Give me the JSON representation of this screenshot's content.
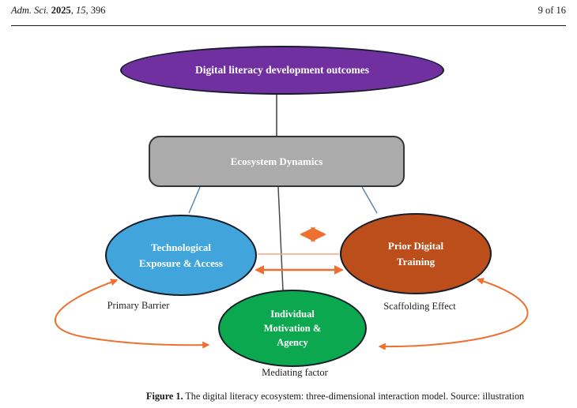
{
  "header": {
    "journal": "Adm. Sci. ",
    "year": "2025",
    "volume": ", 15",
    "article_no": ", 396",
    "page_info": "9 of 16"
  },
  "diagram": {
    "outcomes": {
      "label": "Digital literacy development outcomes",
      "color": "#7030A0"
    },
    "ecosystem": {
      "label": "Ecosystem Dynamics",
      "color": "#ABABAB"
    },
    "tech": {
      "line1": "Technological",
      "line2": "Exposure & Access",
      "color": "#41A5DC",
      "annotation": "Primary Barrier"
    },
    "prior": {
      "line1": "Prior Digital",
      "line2": "Training",
      "color": "#BC4E1B",
      "annotation": "Scaffolding Effect"
    },
    "motivation": {
      "line1": "Individual",
      "line2": "Motivation &",
      "line3": "Agency",
      "color": "#0CA850",
      "annotation": "Mediating factor"
    },
    "arrow_color": "#ED7031",
    "arrow_light_color": "#F4A97E",
    "link_blue_color": "#5B87B5",
    "link_dark_color": "#3C3C3C"
  },
  "caption": {
    "label": "Figure 1.",
    "text": " The digital literacy ecosystem: three-dimensional interaction model. Source: illustration"
  }
}
